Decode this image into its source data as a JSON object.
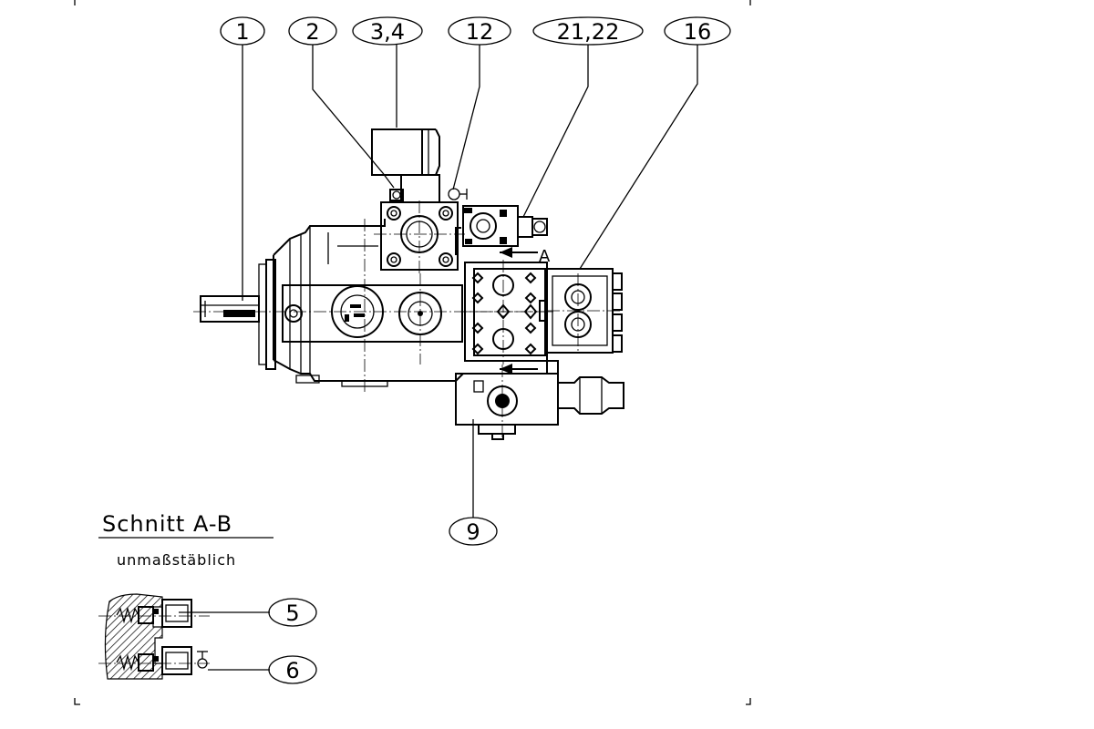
{
  "callouts": {
    "c1": "1",
    "c2": "2",
    "c3_4": "3,4",
    "c12": "12",
    "c21_22": "21,22",
    "c16": "16",
    "c9": "9",
    "c5": "5",
    "c6": "6"
  },
  "section": {
    "title": "Schnitt A-B",
    "subtitle": "unmaßstäblich"
  },
  "view_marks": {
    "a": "A"
  }
}
